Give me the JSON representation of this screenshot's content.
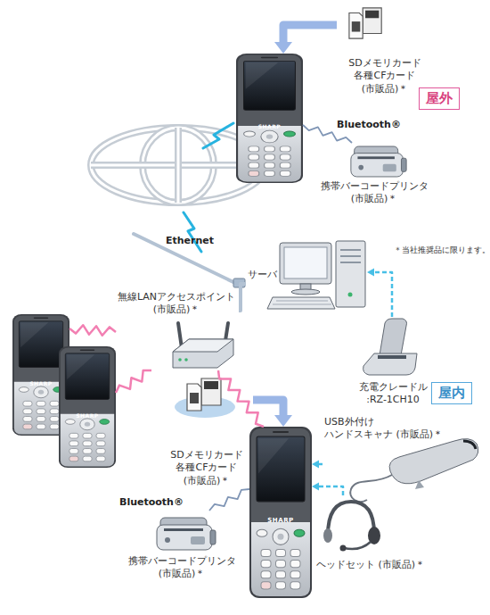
{
  "diagram": {
    "nodes": [
      {
        "text": [
          "屋外"
        ]
      },
      {
        "text": [
          "SHARP"
        ],
        "in": 0
      },
      {
        "text": [
          "SDメモリカード 各種CFカード (市販品)＊"
        ],
        "in": 0
      },
      {
        "text": [
          "携帯バーコードプリンタ (市販品)＊"
        ],
        "in": 0
      },
      {
        "text": [
          "屋内"
        ]
      },
      {
        "text": [
          "無線LANアクセスポイント (市販品)＊"
        ],
        "in": 4
      },
      {
        "text": [
          "サーバ"
        ],
        "in": 4
      },
      {
        "text": [
          "充電クレードル :RZ-1CH10"
        ],
        "in": 4
      },
      {
        "text": [
          "SHARP"
        ],
        "in": 4
      },
      {
        "text": [
          "SHARP"
        ],
        "in": 4
      },
      {
        "text": [
          "SDメモリカード 各種CFカード (市販品)＊"
        ],
        "in": 4
      },
      {
        "text": [
          "SHARP"
        ],
        "in": 4
      },
      {
        "text": [
          "USB外付け ハンドスキャナ (市販品)＊"
        ],
        "in": 4
      },
      {
        "text": [
          "携帯バーコードプリンタ (市販品)＊"
        ],
        "in": 4
      },
      {
        "text": [
          "ヘッドセット (市販品)＊"
        ],
        "in": 4
      }
    ],
    "edges": [
      {
        "from": 2,
        "to": 1,
        "arrow": "to"
      },
      {
        "from": 1,
        "to": 3,
        "label": "Bluetooth®",
        "arrow": "none"
      },
      {
        "from": 5,
        "to": 6,
        "label": "Ethernet",
        "arrow": "none"
      },
      {
        "from": 7,
        "to": 6,
        "arrow": "to"
      },
      {
        "from": 5,
        "to": 8,
        "arrow": "none"
      },
      {
        "from": 5,
        "to": 9,
        "arrow": "none"
      },
      {
        "from": 5,
        "to": 11,
        "arrow": "none"
      },
      {
        "from": 10,
        "to": 11,
        "arrow": "to"
      },
      {
        "from": 11,
        "to": 13,
        "label": "Bluetooth®",
        "arrow": "none"
      },
      {
        "from": 12,
        "to": 11,
        "arrow": "to"
      },
      {
        "from": 14,
        "to": 11,
        "arrow": "to"
      }
    ],
    "labels": [
      "＊当社推奨品に限ります。"
    ]
  }
}
